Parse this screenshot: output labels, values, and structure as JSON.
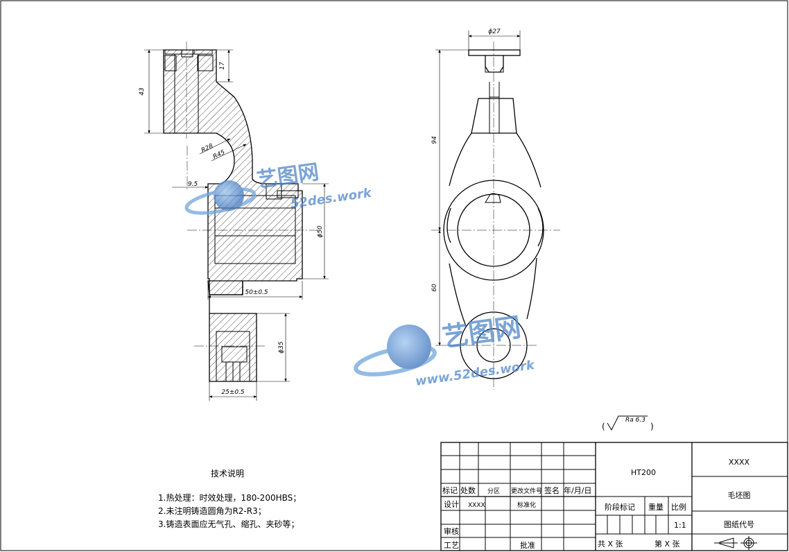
{
  "dimensions": {
    "d43": "43",
    "d17": "17",
    "r28": "R28",
    "r45": "R45",
    "d9_5": "9.5",
    "phi50": "ϕ50",
    "d50tol": "50±0.5",
    "phi35": "ϕ35",
    "d25tol": "25±0.5",
    "phi27": "ϕ27",
    "d94": "94",
    "d60": "60"
  },
  "roughness": {
    "value": "Ra 6.3",
    "open": "(",
    "close": ")"
  },
  "notes": {
    "title": "技术说明",
    "items": [
      "1.热处理：时效处理，180-200HBS；",
      "2.未注明铸造圆角为R2-R3；",
      "3.铸造表面应无气孔、缩孔、夹砂等；"
    ]
  },
  "title_block": {
    "material": "HT200",
    "company": "XXXX",
    "drawing_name": "毛坯图",
    "drawing_code_label": "图纸代号",
    "rev_labels": [
      "标记",
      "处数",
      "分区",
      "更改文件号",
      "签名",
      "年/月/日"
    ],
    "design_label": "设计",
    "designer": "XXXX",
    "standard_label": "标准化",
    "review_label": "审核",
    "process_label": "工艺",
    "approve_label": "批准",
    "stage_label": "阶段标记",
    "weight_label": "重量",
    "scale_label": "比例",
    "scale_value": "1:1",
    "total_sheets": "共 X 张",
    "sheet_no": "第 X 张"
  },
  "watermarks": [
    {
      "text": "艺图网",
      "url": "52des.work"
    },
    {
      "text": "艺图网",
      "url": "www.52des.work"
    }
  ]
}
